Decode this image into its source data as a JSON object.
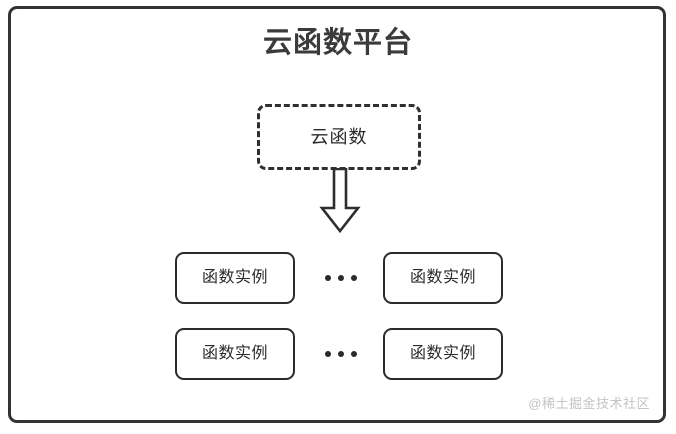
{
  "diagram": {
    "title": "云函数平台",
    "cloud_function": {
      "label": "云函数",
      "border_style": "dashed"
    },
    "arrow": {
      "icon": "block-arrow-down",
      "direction": "down"
    },
    "instance_rows": [
      {
        "left_label": "函数实例",
        "ellipsis": "•••",
        "right_label": "函数实例"
      },
      {
        "left_label": "函数实例",
        "ellipsis": "•••",
        "right_label": "函数实例"
      }
    ],
    "watermark": "@稀土掘金技术社区",
    "colors": {
      "stroke": "#2b2b2b",
      "frame_stroke": "#333333",
      "title_text": "#3b3b3b",
      "watermark_text": "#c3c3c3",
      "background": "#ffffff"
    }
  }
}
